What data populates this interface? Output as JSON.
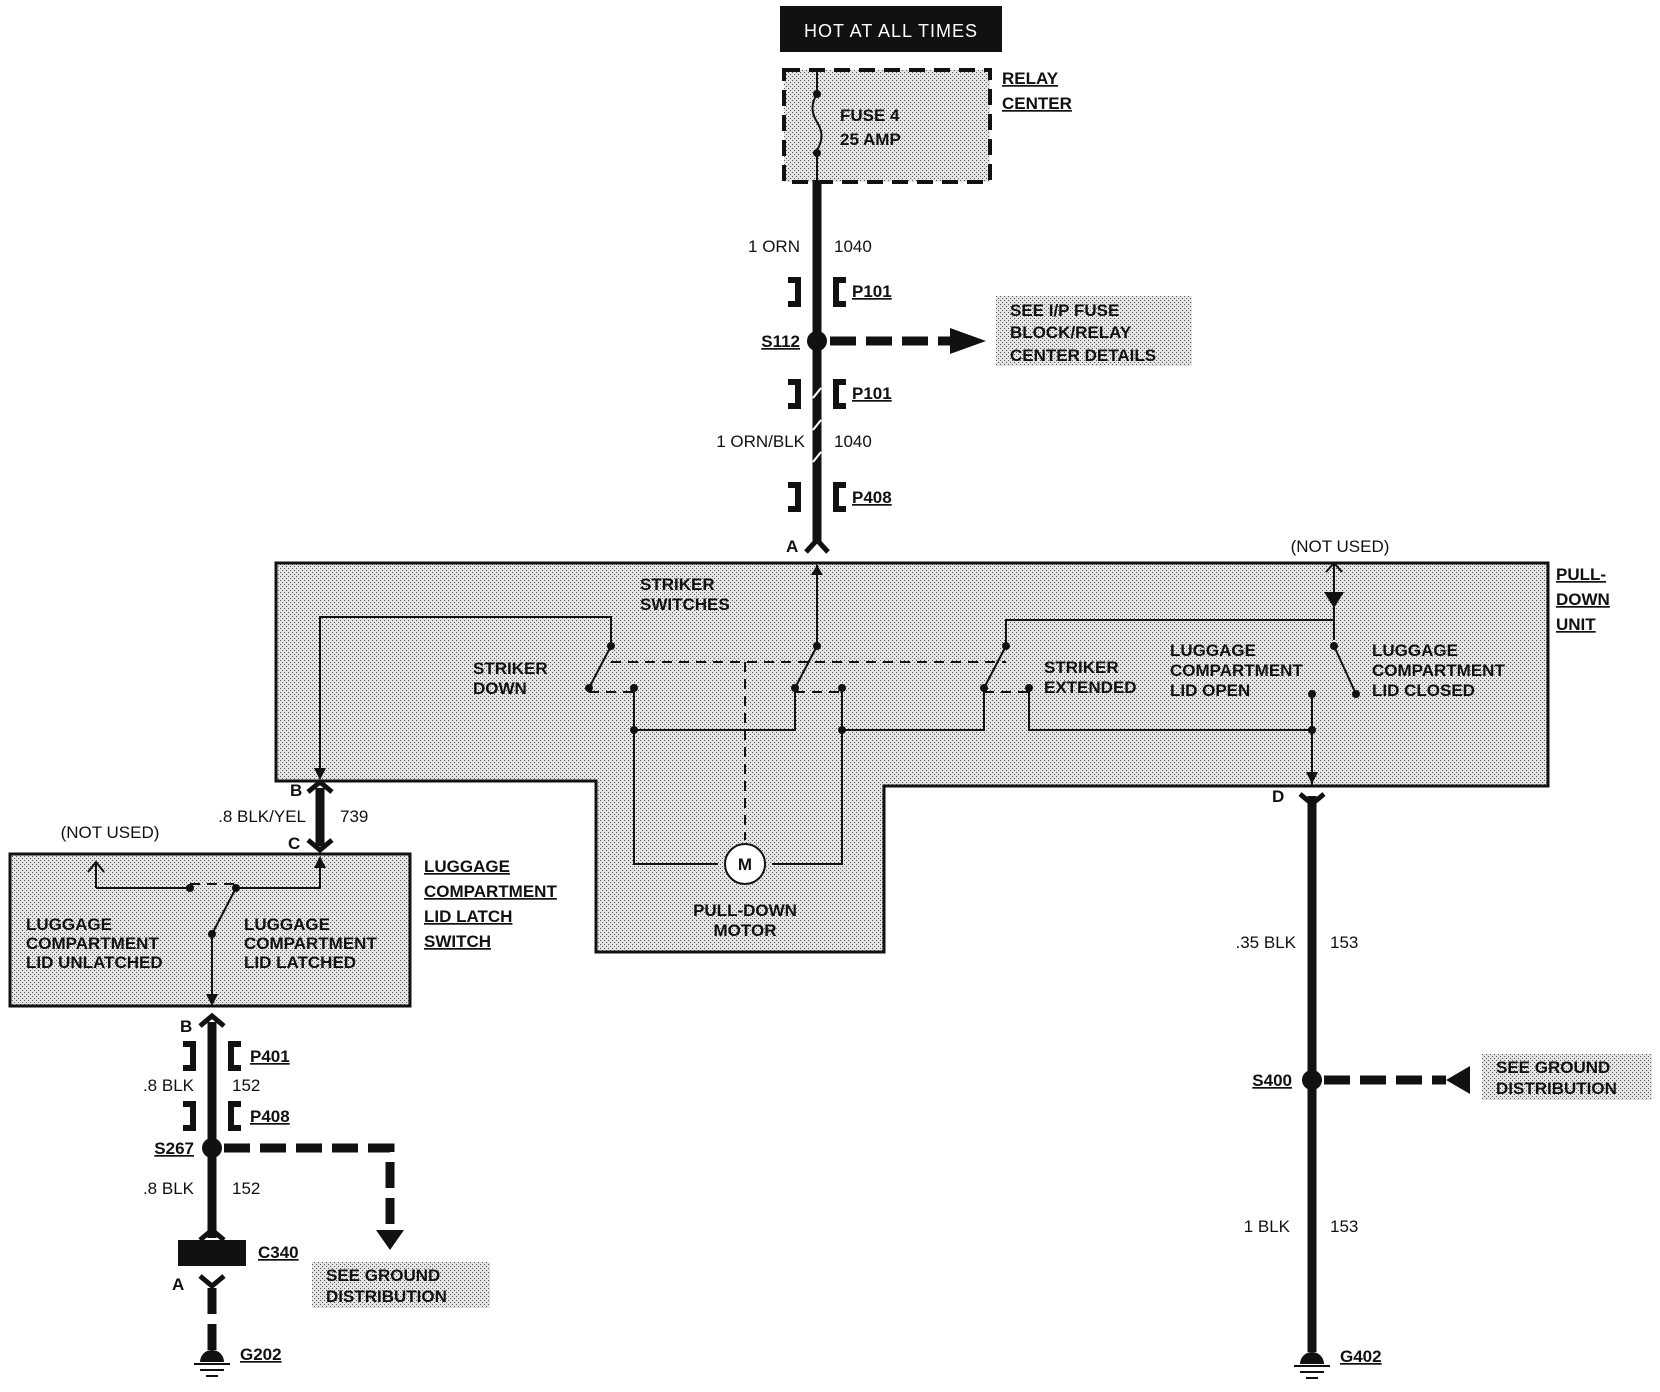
{
  "header": {
    "hot_label": "HOT AT ALL TIMES"
  },
  "relay_center": {
    "name_line1": "RELAY",
    "name_line2": "CENTER",
    "fuse_line1": "FUSE 4",
    "fuse_line2": "25 AMP"
  },
  "wires": {
    "w1_gauge": "1 ORN",
    "w1_circuit": "1040",
    "w2_gauge": "1 ORN/BLK",
    "w2_circuit": "1040",
    "w3_gauge": ".8 BLK/YEL",
    "w3_circuit": "739",
    "w4_gauge": ".8 BLK",
    "w4_circuit": "152",
    "w5_gauge": ".8 BLK",
    "w5_circuit": "152",
    "w6_gauge": ".35 BLK",
    "w6_circuit": "153",
    "w7_gauge": "1 BLK",
    "w7_circuit": "153"
  },
  "connectors": {
    "p101_a": "P101",
    "p101_b": "P101",
    "p408_top": "P408",
    "p401": "P401",
    "p408_bottom": "P408",
    "c340": "C340"
  },
  "splices": {
    "s112": "S112",
    "s267": "S267",
    "s400": "S400"
  },
  "grounds": {
    "g202": "G202",
    "g402": "G402"
  },
  "notes": {
    "fuse_details": [
      "SEE I/P FUSE",
      "BLOCK/RELAY",
      "CENTER DETAILS"
    ],
    "ground_dist_right": [
      "SEE GROUND",
      "DISTRIBUTION"
    ],
    "ground_dist_left": [
      "SEE GROUND",
      "DISTRIBUTION"
    ]
  },
  "pins": {
    "a_top": "A",
    "b_pull": "B",
    "c_latch": "C",
    "b_latch": "B",
    "d_pull": "D",
    "a_c340": "A"
  },
  "pull_down_unit": {
    "name": [
      "PULL-",
      "DOWN",
      "UNIT"
    ],
    "not_used": "(NOT USED)",
    "striker_switches": [
      "STRIKER",
      "SWITCHES"
    ],
    "striker_down": [
      "STRIKER",
      "DOWN"
    ],
    "striker_extended": [
      "STRIKER",
      "EXTENDED"
    ],
    "lid_open": [
      "LUGGAGE",
      "COMPARTMENT",
      "LID OPEN"
    ],
    "lid_closed": [
      "LUGGAGE",
      "COMPARTMENT",
      "LID CLOSED"
    ],
    "motor_symbol": "M",
    "motor_label": [
      "PULL-DOWN",
      "MOTOR"
    ]
  },
  "latch_switch": {
    "name": [
      "LUGGAGE",
      "COMPARTMENT",
      "LID LATCH",
      "SWITCH"
    ],
    "not_used": "(NOT USED)",
    "unlatched": [
      "LUGGAGE",
      "COMPARTMENT",
      "LID UNLATCHED"
    ],
    "latched": [
      "LUGGAGE",
      "COMPARTMENT",
      "LID LATCHED"
    ]
  }
}
